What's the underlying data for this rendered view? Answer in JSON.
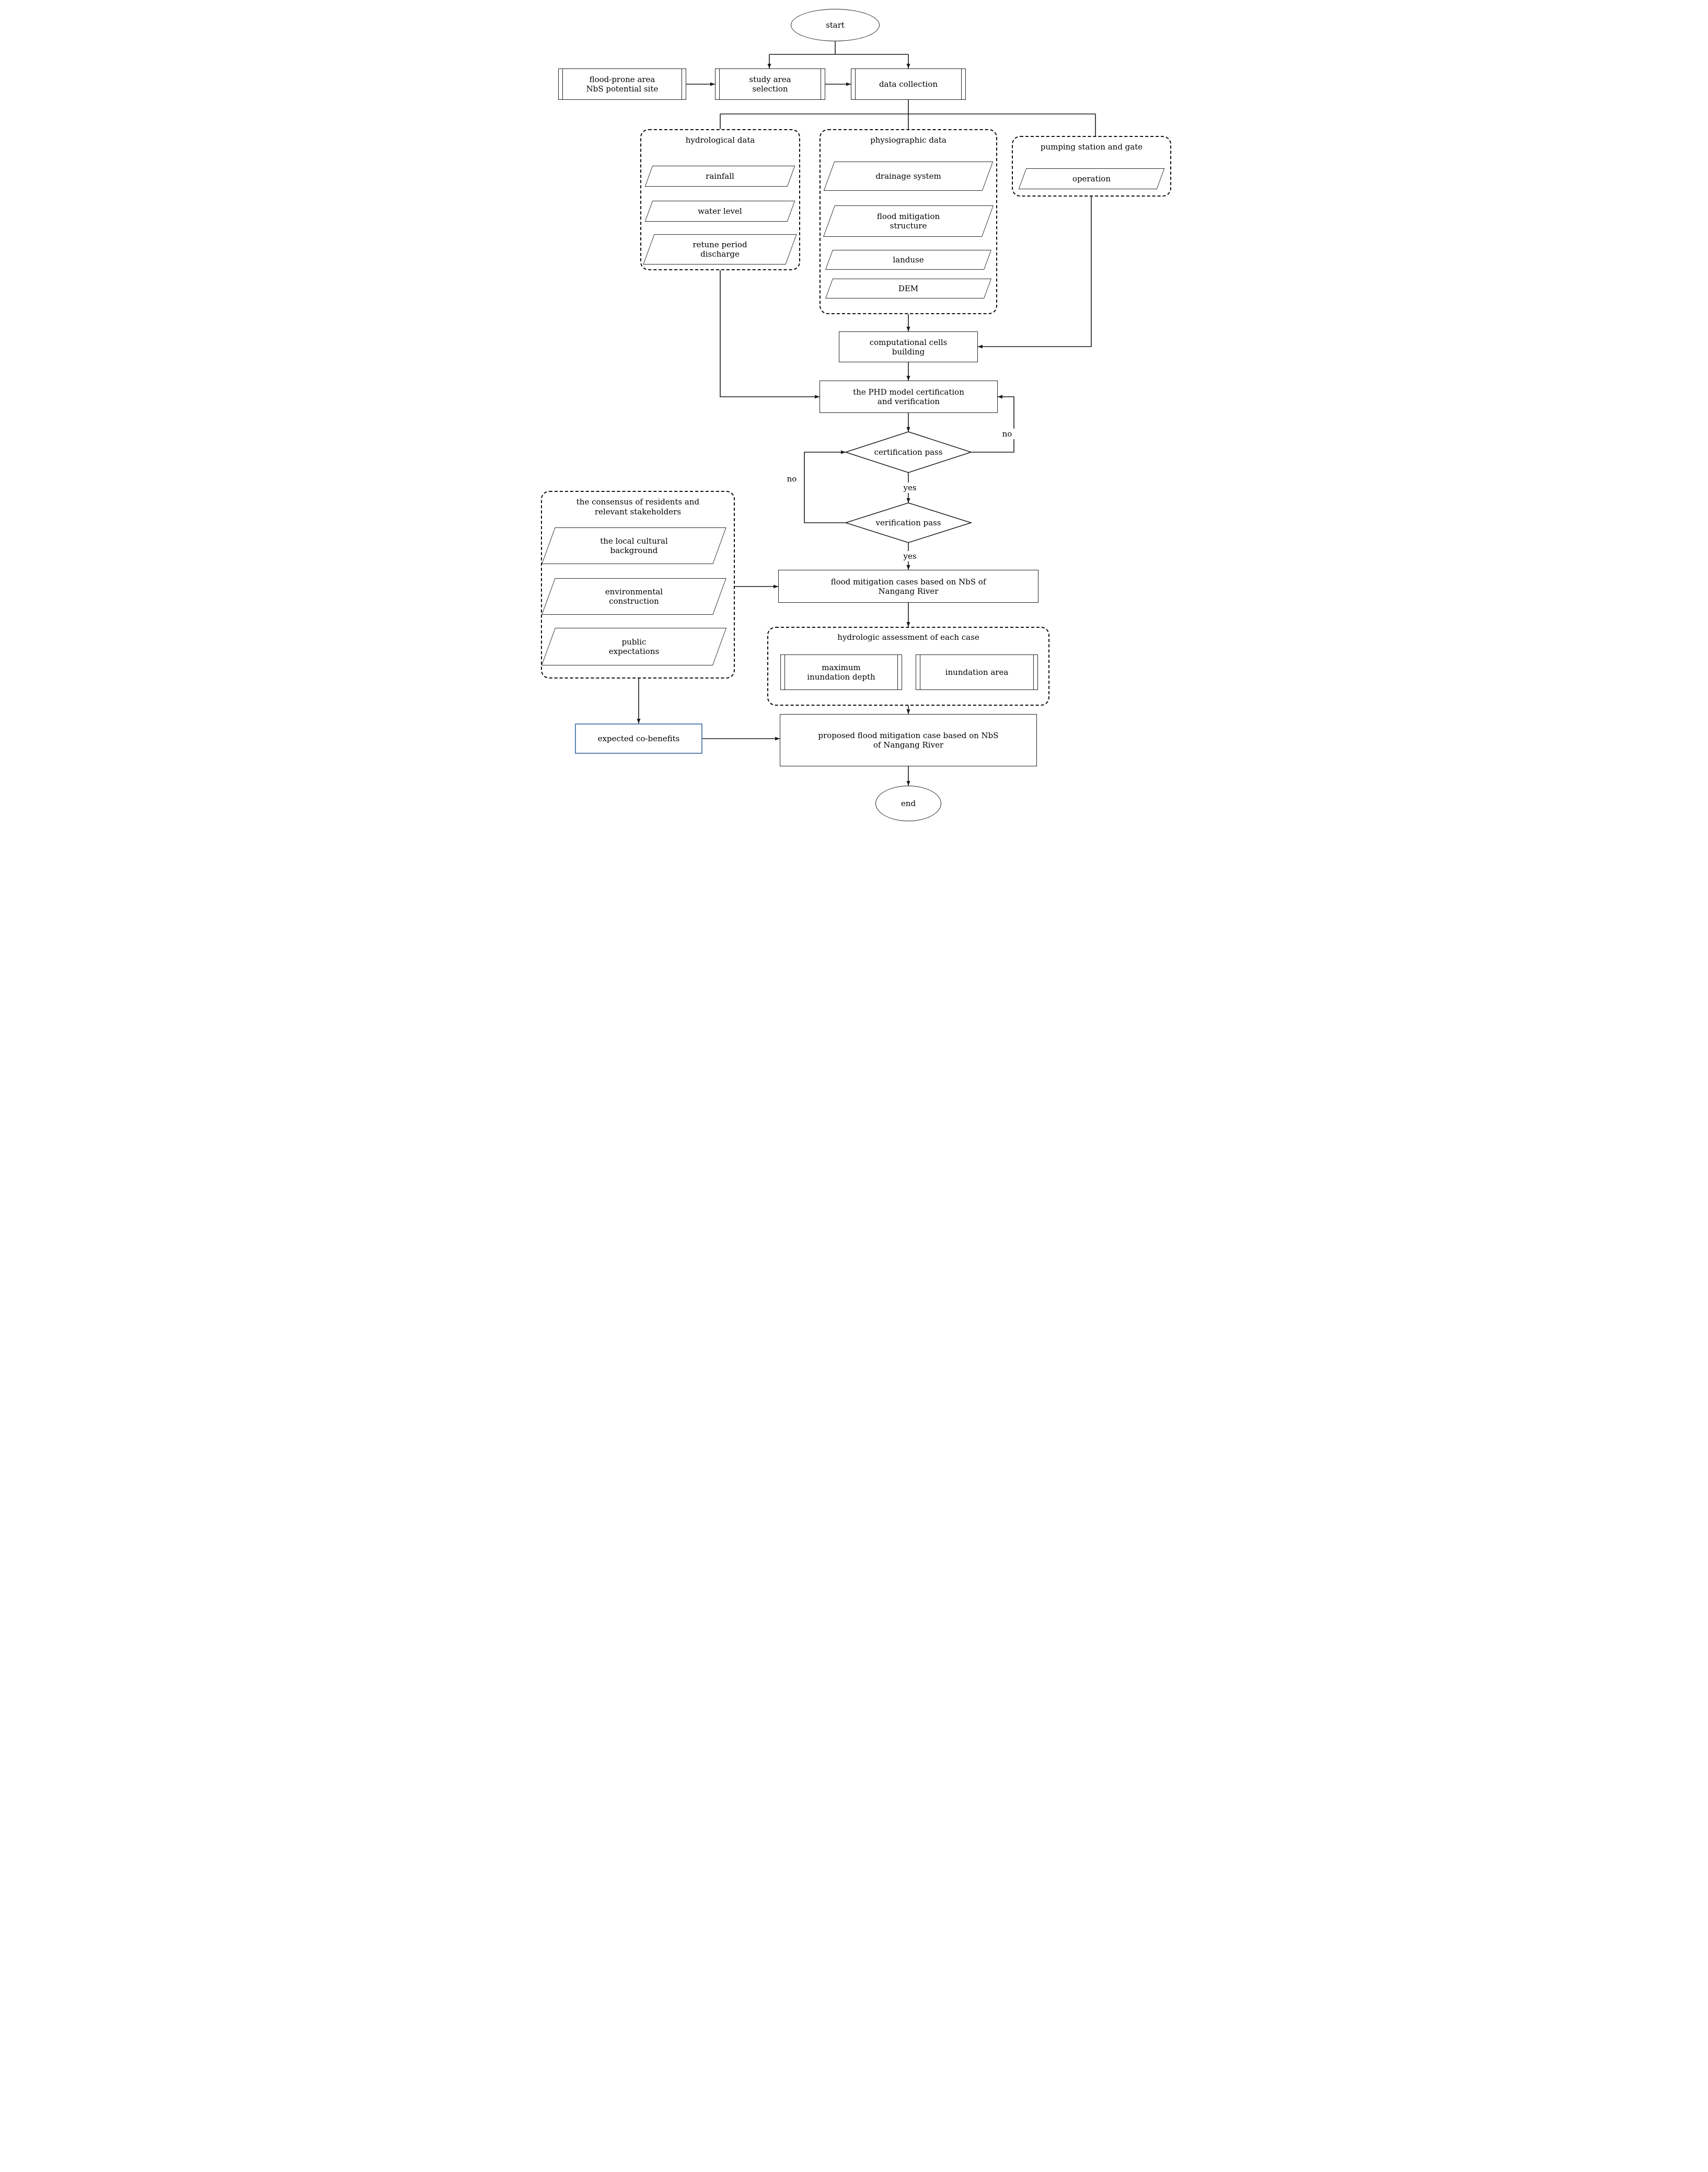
{
  "colors": {
    "line": "#1a1a1a",
    "highlight_border": "#5b84b1"
  },
  "nodes": {
    "start": "start",
    "flood_prone_area": "flood-prone area\nNbS potential site",
    "study_area_selection": "study area\nselection",
    "data_collection": "data collection",
    "computational_cells": "computational cells\nbuilding",
    "phd_model": "the PHD model certification\nand verification",
    "certification_pass": "certification pass",
    "verification_pass": "verification pass",
    "flood_mitigation_cases": "flood mitigation cases based on NbS of\nNangang River",
    "expected_cobenefits": "expected co-benefits",
    "proposed_case": "proposed flood mitigation case based on NbS\nof Nangang River",
    "end": "end"
  },
  "groups": {
    "hydrological": {
      "title": "hydrological data",
      "items": [
        "rainfall",
        "water level",
        "retune period\ndischarge"
      ]
    },
    "physiographic": {
      "title": "physiographic data",
      "items": [
        "drainage system",
        "flood mitigation\nstructure",
        "landuse",
        "DEM"
      ]
    },
    "pumping": {
      "title": "pumping station and gate",
      "items": [
        "operation"
      ]
    },
    "consensus": {
      "title": "the consensus of residents and\nrelevant stakeholders",
      "items": [
        "the local cultural\nbackground",
        "environmental\nconstruction",
        "public\nexpectations"
      ]
    },
    "assessment": {
      "title": "hydrologic assessment of each case",
      "items": [
        "maximum\ninundation depth",
        "inundation area"
      ]
    }
  },
  "edge_labels": {
    "certification_no": "no",
    "certification_yes": "yes",
    "verification_no": "no",
    "verification_yes": "yes"
  }
}
